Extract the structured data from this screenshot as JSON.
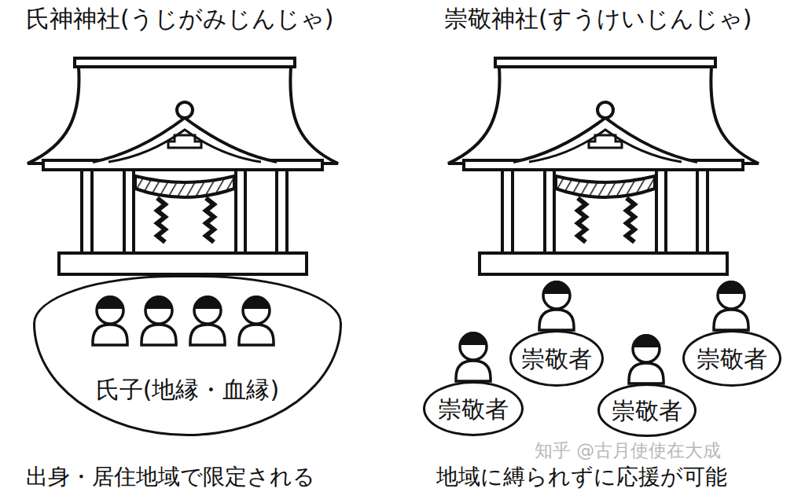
{
  "diagram": {
    "nodes": [
      {
        "text": [
          "氏子(地縁・血縁)"
        ]
      },
      {
        "text": [
          "崇敬者"
        ]
      },
      {
        "text": [
          "崇敬者"
        ]
      },
      {
        "text": [
          "崇敬者"
        ]
      },
      {
        "text": [
          "崇敬者"
        ]
      }
    ],
    "labels": [
      "氏神神社(うじがみじんじゃ)",
      "崇敬神社(すうけいじんじゃ)",
      "出身・居住地域で限定される",
      "地域に縛られずに応援が可能",
      "知乎 @古月使使在大成"
    ]
  }
}
